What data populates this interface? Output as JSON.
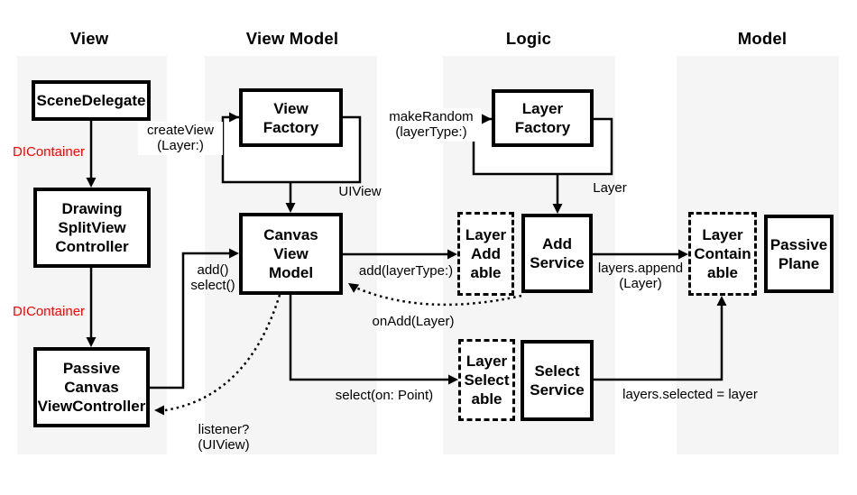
{
  "headers": [
    {
      "label": "View"
    },
    {
      "label": "View Model"
    },
    {
      "label": "Logic"
    },
    {
      "label": "Model"
    }
  ],
  "nodes": {
    "scene_delegate": "SceneDelegate",
    "drawing_split_view_controller": "Drawing\nSplitView\nController",
    "passive_canvas_view_controller": "Passive\nCanvas\nViewController",
    "view_factory": "View\nFactory",
    "canvas_view_model": "Canvas\nView\nModel",
    "layer_factory": "Layer\nFactory",
    "layer_addable": "Layer\nAdd\nable",
    "add_service": "Add\nService",
    "layer_selectable": "Layer\nSelect\nable",
    "select_service": "Select\nService",
    "layer_containable": "Layer\nContain\nable",
    "passive_plane": "Passive\nPlane"
  },
  "edge_labels": {
    "create_view": "createView\n(Layer:)",
    "ui_view": "UIView",
    "make_random": "makeRandom\n(layerType:)",
    "layer": "Layer",
    "add_select": "add()\nselect()",
    "add_layer_type": "add(layerType:)",
    "on_add": "onAdd(Layer)",
    "layers_append": "layers.append\n(Layer)",
    "select_on_point": "select(on: Point)",
    "layers_selected": "layers.selected = layer",
    "listener": "listener?(UIView)",
    "di_container_top": "DIContainer",
    "di_container_bottom": "DIContainer"
  },
  "colors": {
    "column_bg": "#f5f5f5",
    "di_label_red": "#fe0000",
    "line": "#000000",
    "box_bg": "#ffffff"
  }
}
